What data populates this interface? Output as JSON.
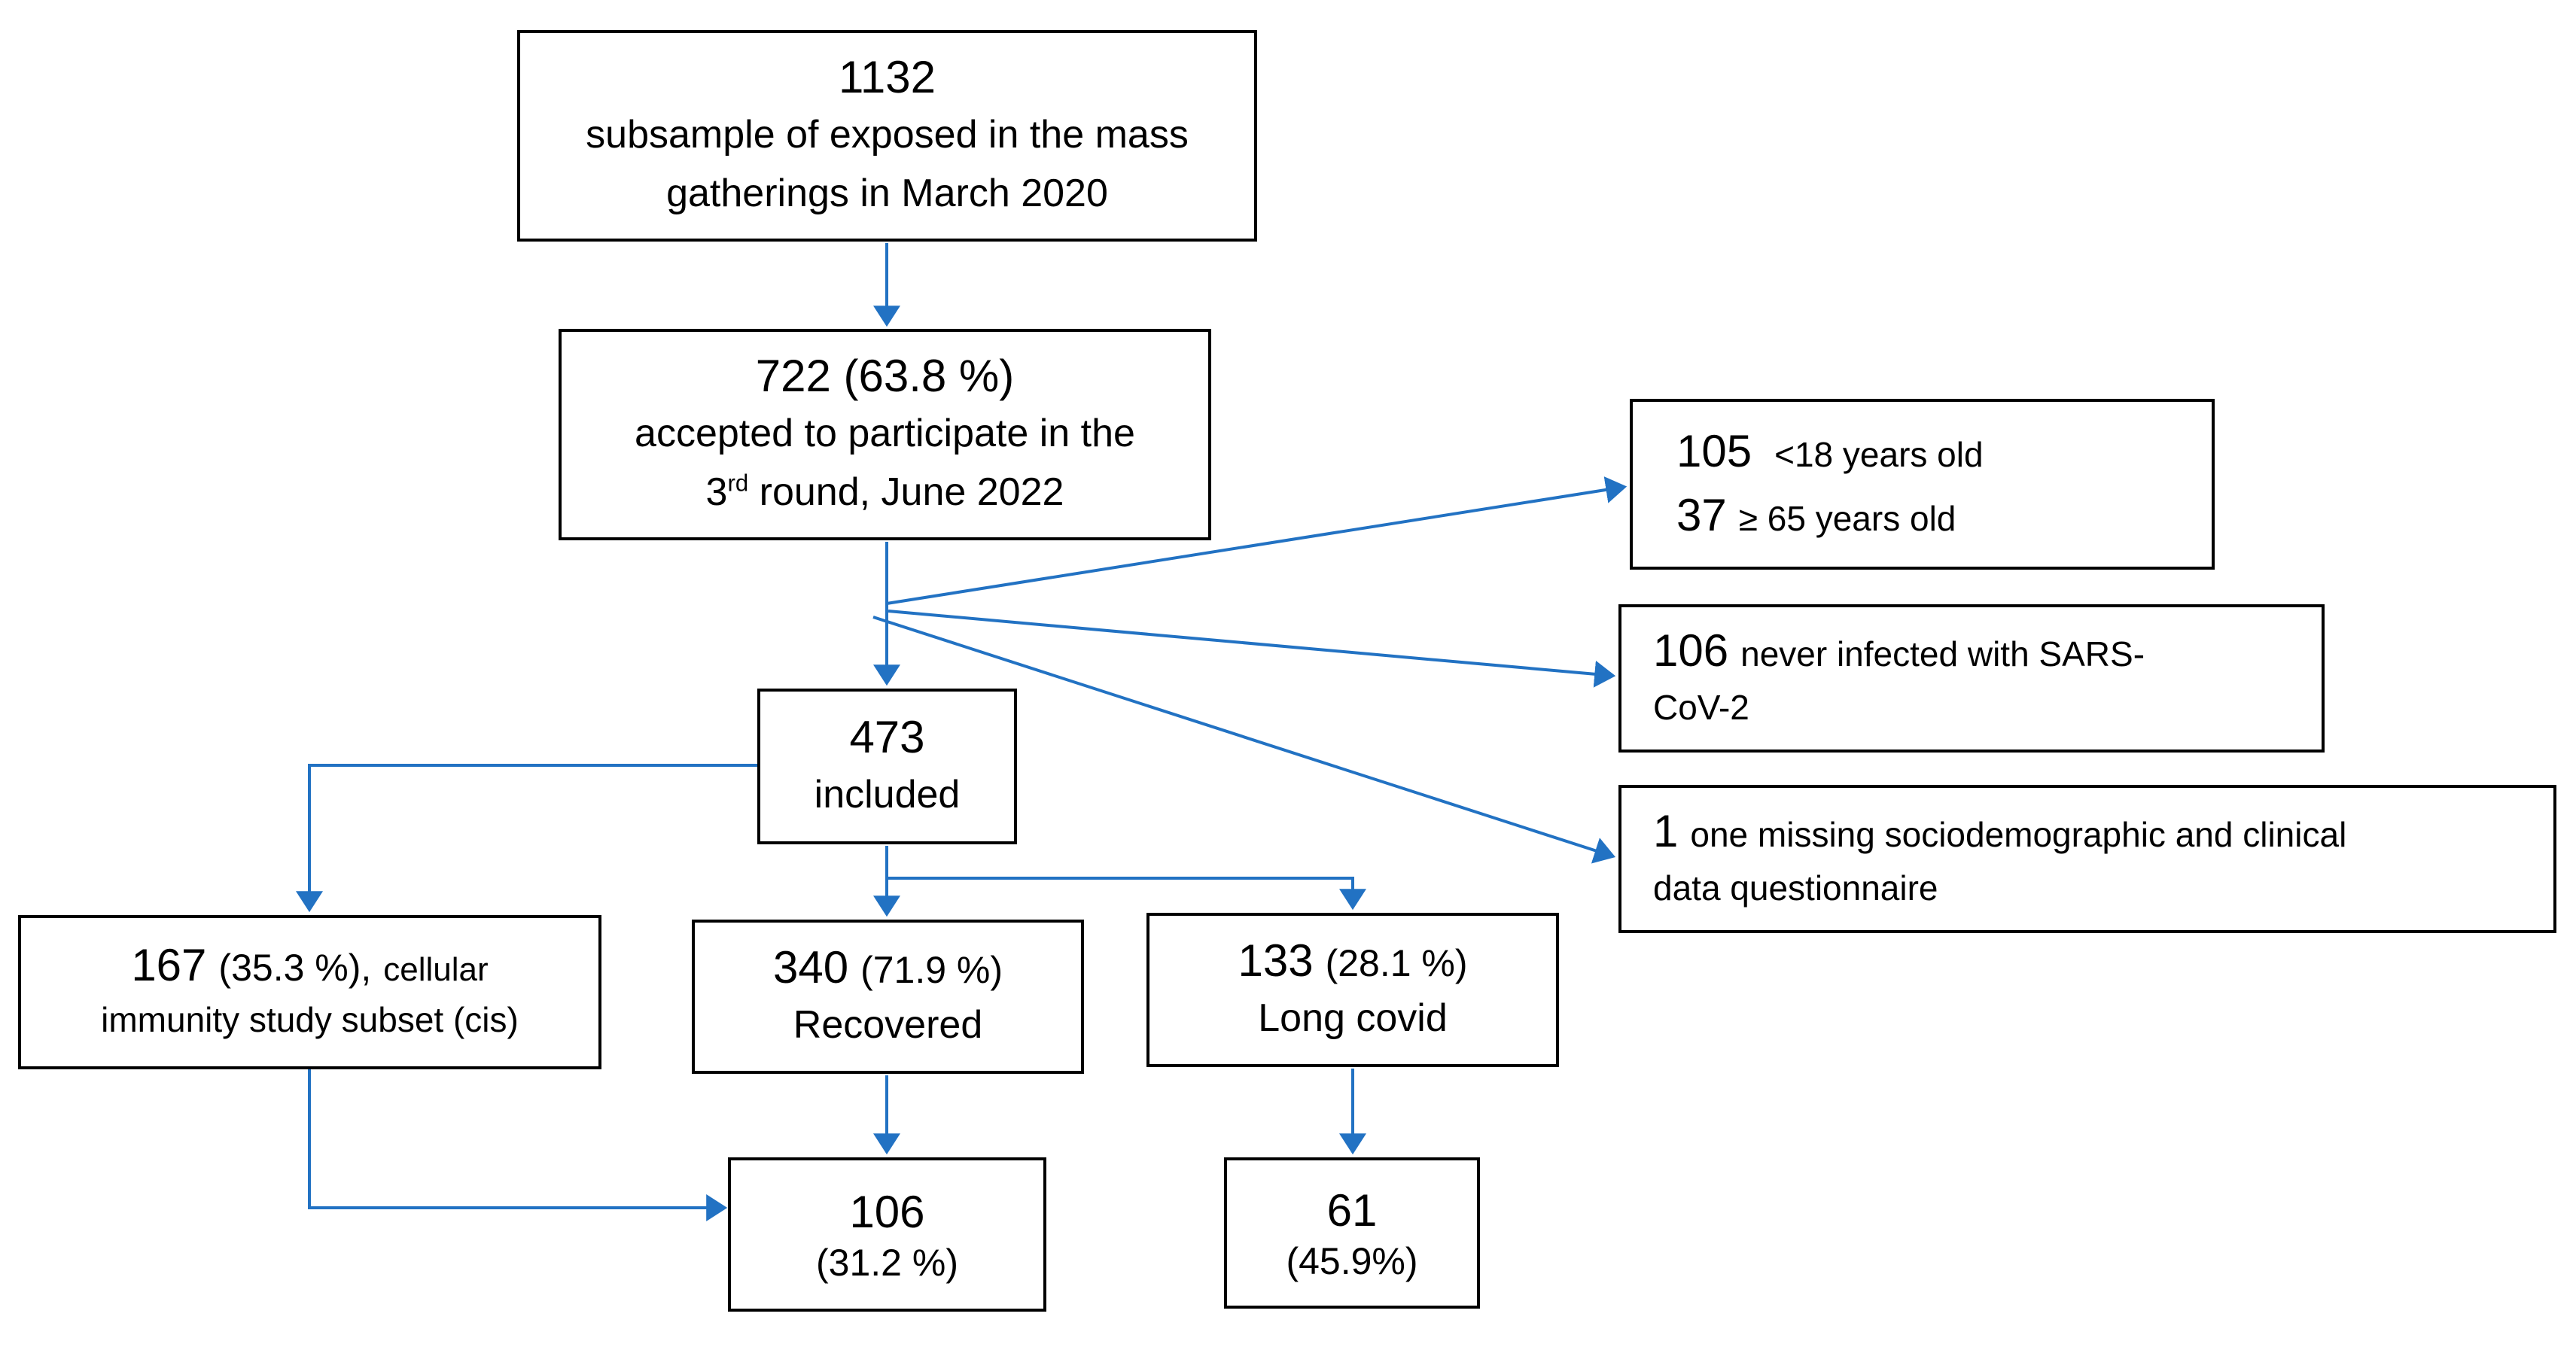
{
  "colors": {
    "accent": "#2272C3",
    "box_border": "#000000",
    "text": "#000000",
    "background": "#FFFFFF"
  },
  "nodes": {
    "subsample": {
      "count": "1132",
      "line1": "subsample of exposed in the mass",
      "line2": "gatherings in March 2020"
    },
    "accepted": {
      "count_line": "722 (63.8 %)",
      "line1": "accepted to participate in the",
      "line2_num": "3",
      "line2_sup": "rd",
      "line2_rest": " round, June 2022"
    },
    "age_excluded": {
      "count1": "105",
      "label1": "<18 years old",
      "count2": "37",
      "label2": "≥ 65 years old"
    },
    "never_infected": {
      "count": "106",
      "label_line1": "never infected with SARS-",
      "label_line2": "CoV-2"
    },
    "missing_questionnaire": {
      "count": "1",
      "label_line1": "one missing sociodemographic and clinical",
      "label_line2": "data questionnaire"
    },
    "included": {
      "count": "473",
      "label": "included"
    },
    "cis": {
      "count": "167",
      "percent": "(35.3 %),",
      "label_inline": "cellular",
      "label_line2": "immunity study subset (cis)"
    },
    "recovered": {
      "count": "340",
      "percent": "(71.9 %)",
      "label": "Recovered"
    },
    "long_covid": {
      "count": "133",
      "percent": "(28.1 %)",
      "label": "Long covid"
    },
    "recovered_cis": {
      "count": "106",
      "percent": "(31.2 %)"
    },
    "long_covid_cis": {
      "count": "61",
      "percent": "(45.9%)"
    }
  }
}
